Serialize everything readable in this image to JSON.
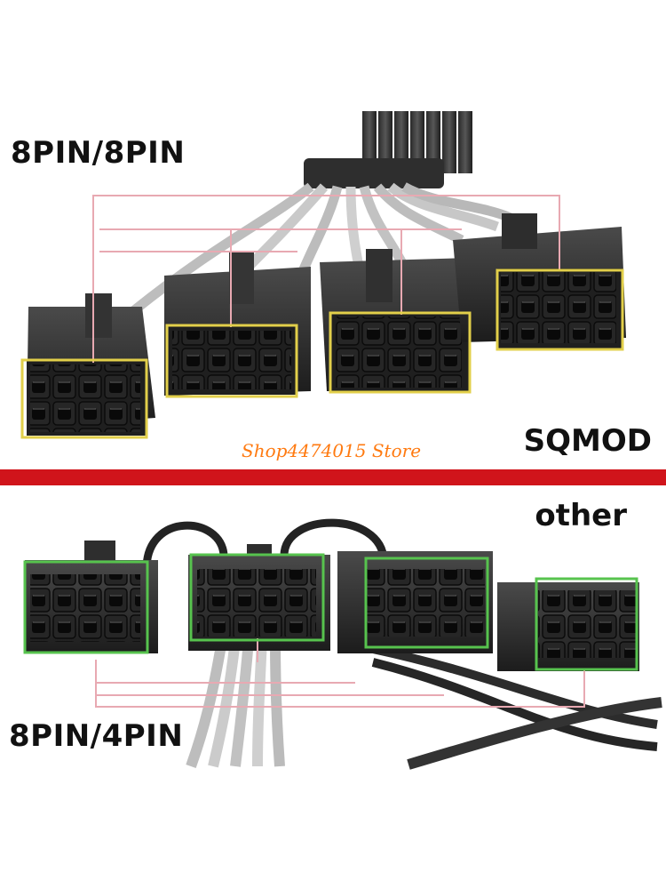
{
  "labels": {
    "top_left": "8PIN/8PIN",
    "top_right": "SQMOD",
    "middle_right": "other",
    "bottom_left": "8PIN/4PIN"
  },
  "watermark": "Shop4474015 Store",
  "colors": {
    "top_box": "#e2cf4a",
    "bottom_box": "#57c34e",
    "divider": "#d0141b",
    "guide_line": "#e8a9b2",
    "watermark": "#ff7a10"
  }
}
